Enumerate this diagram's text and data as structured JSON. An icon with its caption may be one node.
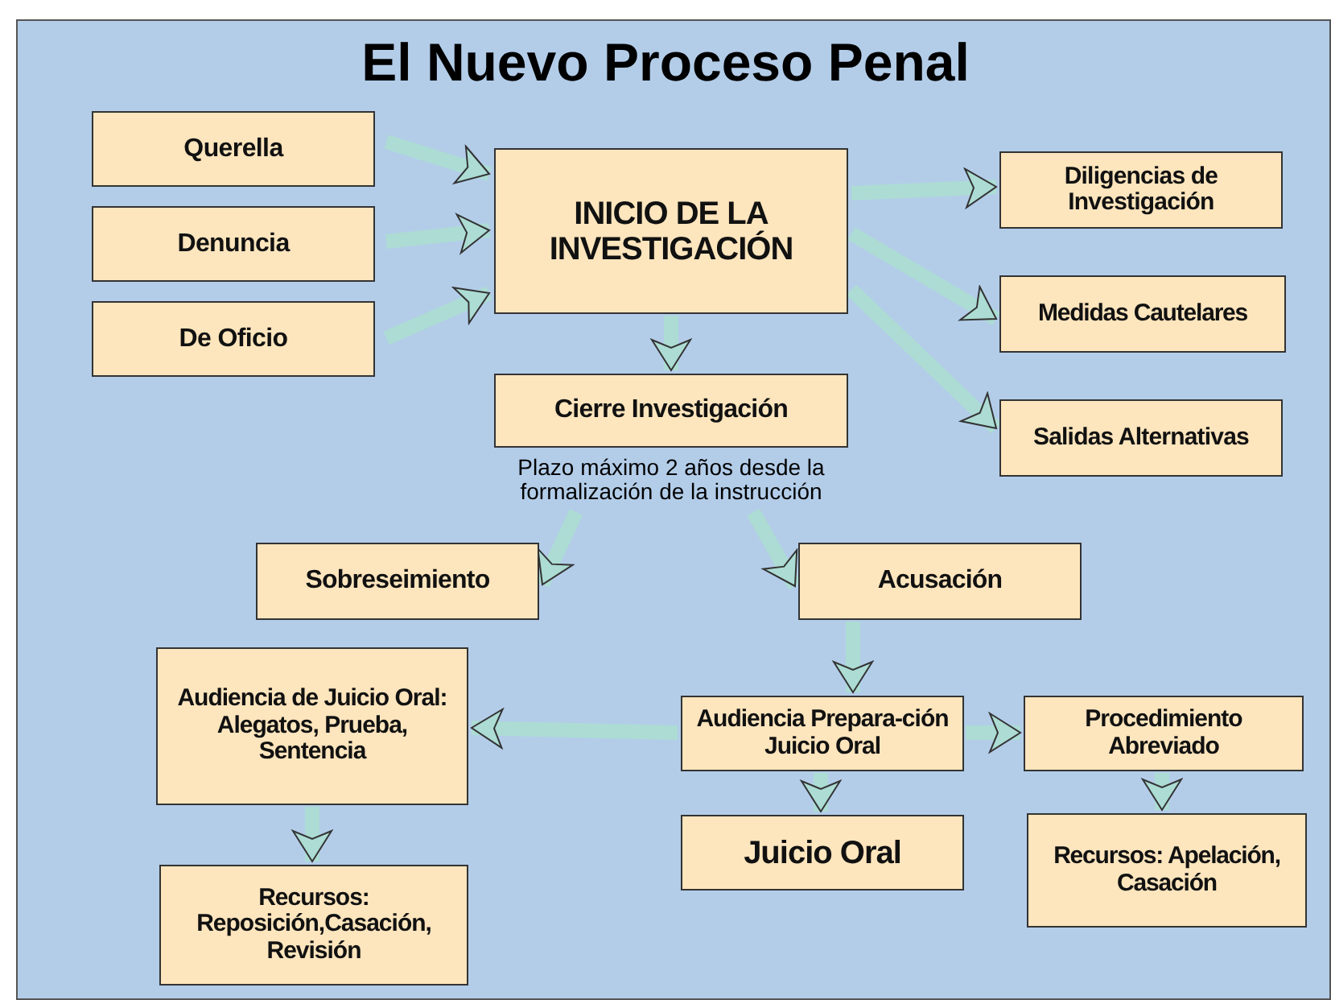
{
  "diagram": {
    "title": "El Nuevo Proceso Penal",
    "nodes": [
      {
        "text": [
          "Querella"
        ]
      },
      {
        "text": [
          "Denuncia"
        ]
      },
      {
        "text": [
          "De Oficio"
        ]
      },
      {
        "text": [
          "INICIO DE LA INVESTIGACIÓN"
        ]
      },
      {
        "text": [
          "Diligencias de Investigación"
        ]
      },
      {
        "text": [
          "Medidas Cautelares"
        ]
      },
      {
        "text": [
          "Salidas Alternativas"
        ]
      },
      {
        "text": [
          "Cierre Investigación"
        ],
        "beside": [
          "Plazo máximo 2 años desde la formalización de la instrucción"
        ]
      },
      {
        "text": [
          "Sobreseimiento"
        ]
      },
      {
        "text": [
          "Acusación"
        ]
      },
      {
        "text": [
          "Audiencia de Juicio Oral: Alegatos, Prueba, Sentencia"
        ]
      },
      {
        "text": [
          "Audiencia Prepara-ción Juicio Oral"
        ]
      },
      {
        "text": [
          "Procedimiento Abreviado"
        ]
      },
      {
        "text": [
          "Recursos: Reposición,Casación, Revisión"
        ]
      },
      {
        "text": [
          "Juicio Oral"
        ]
      },
      {
        "text": [
          "Recursos: Apelación, Casación"
        ]
      }
    ],
    "edges": [
      {
        "from": 0,
        "to": 3,
        "arrow": "to"
      },
      {
        "from": 1,
        "to": 3,
        "arrow": "to"
      },
      {
        "from": 2,
        "to": 3,
        "arrow": "to"
      },
      {
        "from": 3,
        "to": 4,
        "arrow": "to"
      },
      {
        "from": 3,
        "to": 5,
        "arrow": "to"
      },
      {
        "from": 3,
        "to": 6,
        "arrow": "to"
      },
      {
        "from": 3,
        "to": 7,
        "arrow": "to"
      },
      {
        "from": 7,
        "to": 8,
        "arrow": "to"
      },
      {
        "from": 7,
        "to": 9,
        "arrow": "to"
      },
      {
        "from": 9,
        "to": 11,
        "arrow": "to"
      },
      {
        "from": 11,
        "to": 10,
        "arrow": "to"
      },
      {
        "from": 11,
        "to": 12,
        "arrow": "to"
      },
      {
        "from": 11,
        "to": 14,
        "arrow": "to"
      },
      {
        "from": 10,
        "to": 13,
        "arrow": "to"
      },
      {
        "from": 12,
        "to": 15,
        "arrow": "to"
      }
    ]
  }
}
